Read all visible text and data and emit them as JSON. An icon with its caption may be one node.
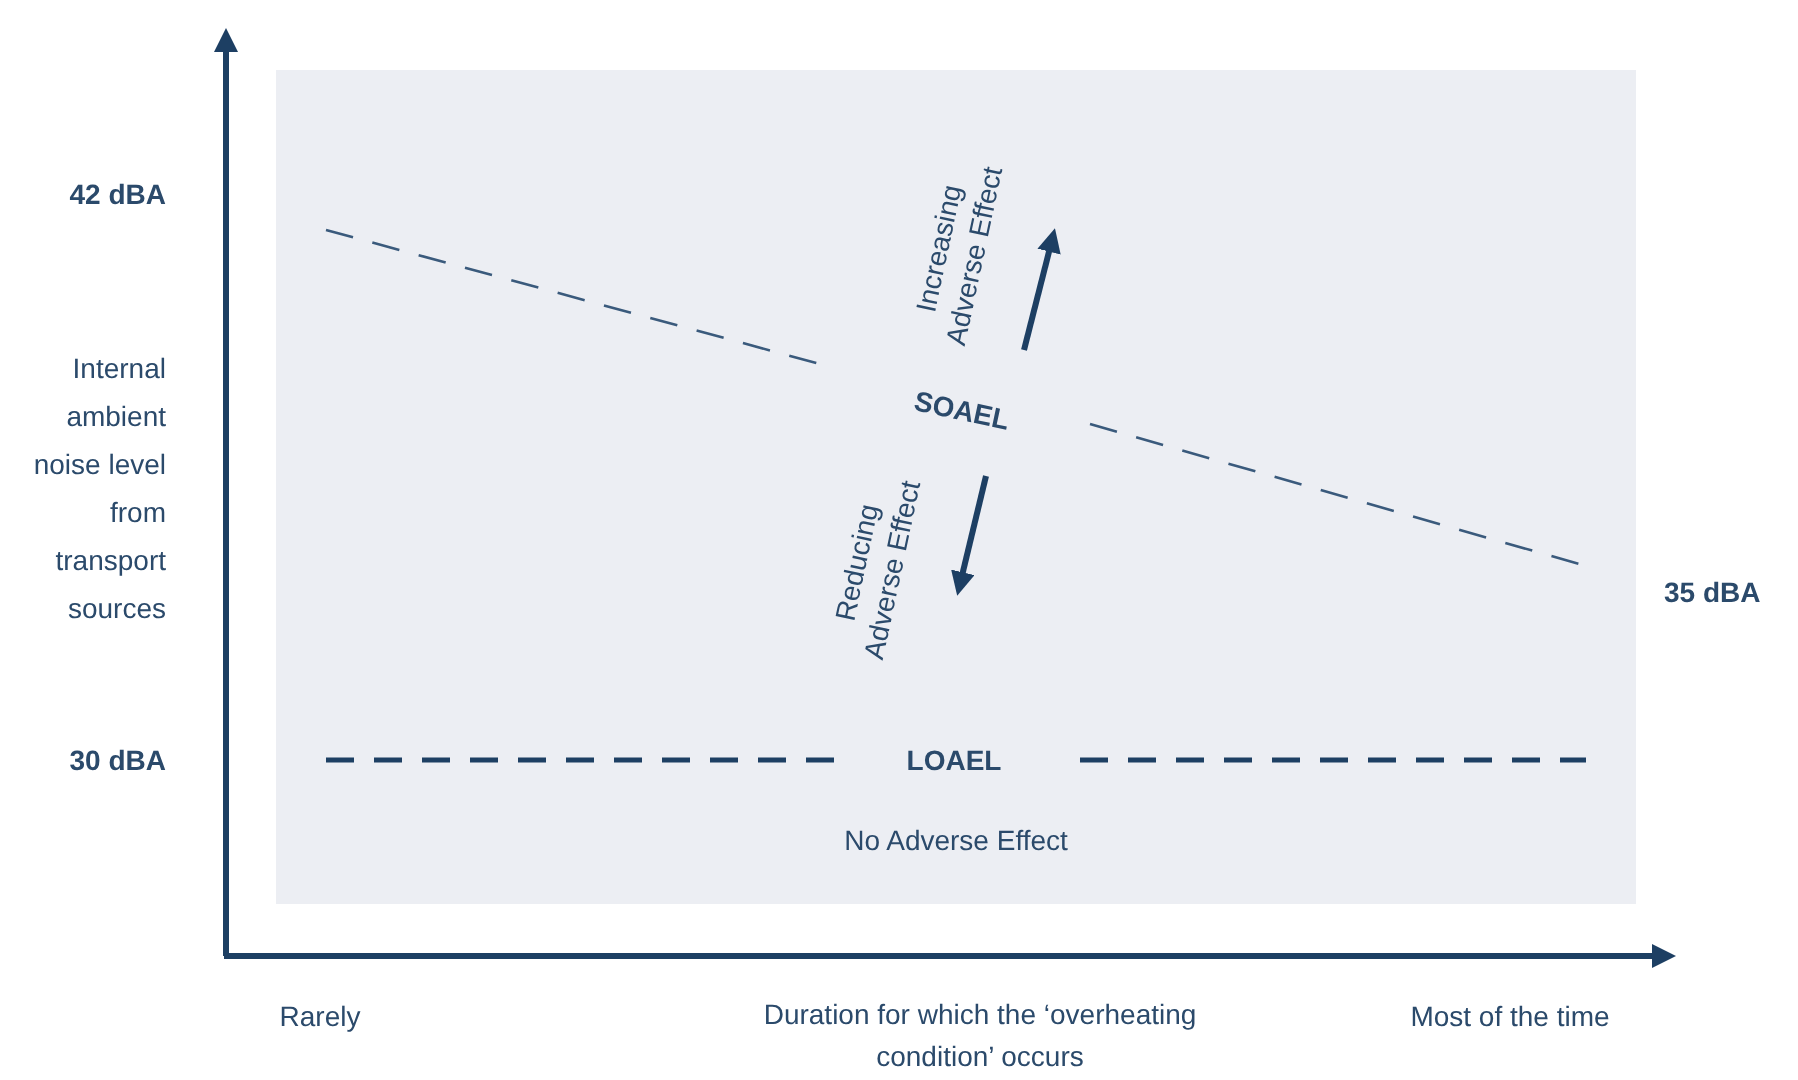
{
  "diagram": {
    "labels": [
      "42 dBA",
      "Increasing Adverse Effect",
      "Internal ambient noise level from transport sources",
      "SOAEL",
      "Reducing Adverse Effect",
      "35 dBA",
      "30 dBA",
      "LOAEL",
      "No Adverse Effect",
      "Rarely",
      "Duration for which the ‘overheating condition’ occurs",
      "Most of the time"
    ]
  }
}
